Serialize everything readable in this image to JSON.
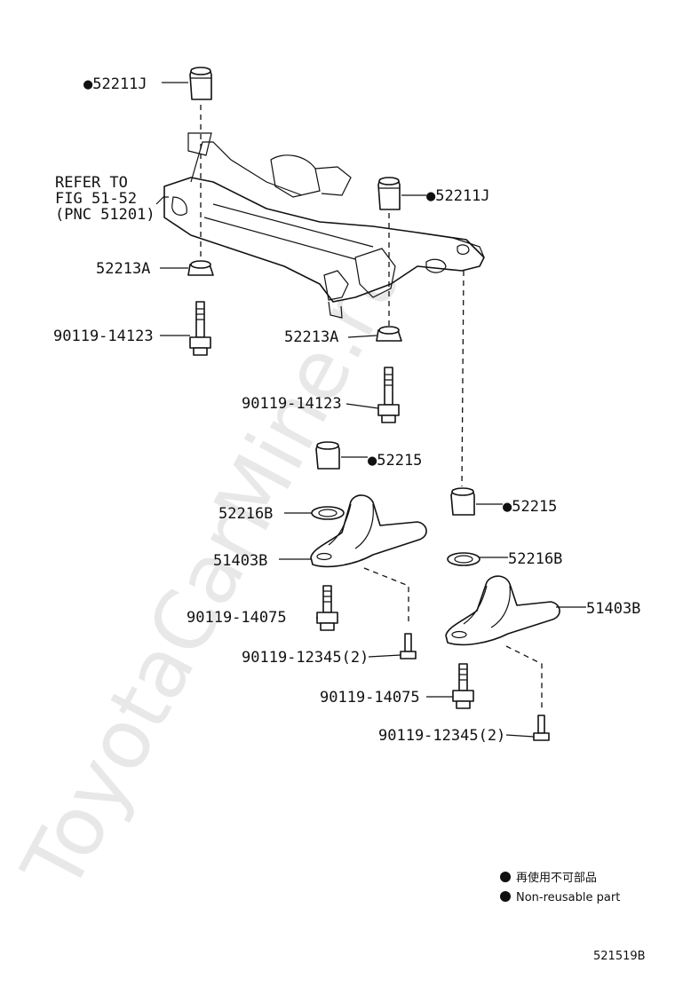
{
  "watermark": "ToyotaCarMine.ru",
  "labels": {
    "bushing_top_left": "●52211J",
    "bushing_top_right": "●52211J",
    "refer_line1": "REFER TO",
    "refer_line2": "FIG 51-52",
    "refer_line3": "(PNC 51201)",
    "stopper_left": "52213A",
    "stopper_right": "52213A",
    "bolt_left": "90119-14123",
    "bolt_right": "90119-14123",
    "bushing_mid_left": "●52215",
    "bushing_mid_right": "●52215",
    "retainer_left": "52216B",
    "retainer_right": "52216B",
    "brace_left": "51403B",
    "brace_right": "51403B",
    "brace_bolt_left": "90119-14075",
    "brace_bolt_right": "90119-14075",
    "small_bolt_left": "90119-12345(2)",
    "small_bolt_right": "90119-12345(2)"
  },
  "legend": {
    "line1": "再使用不可部品",
    "line2": "Non-reusable part"
  },
  "figure_code": "521519B"
}
